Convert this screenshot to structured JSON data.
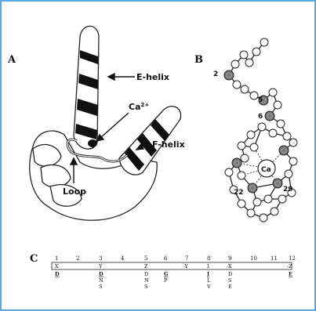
{
  "panels": {
    "a": "A",
    "b": "B",
    "c": "C"
  },
  "panel_a": {
    "e_helix": "E-helix",
    "f_helix": "F-helix",
    "calcium": "Ca",
    "calcium_charge": "2+",
    "loop": "Loop"
  },
  "panel_b": {
    "atom_numbers": [
      "2",
      "5",
      "6",
      "22",
      "29"
    ],
    "calcium": "Ca"
  },
  "panel_c": {
    "positions": [
      "1",
      "2",
      "3",
      "4",
      "5",
      "6",
      "7",
      "8",
      "9",
      "10",
      "11",
      "12"
    ],
    "row1": [
      "X",
      "",
      "Y",
      "",
      "Z",
      "",
      "-Y",
      "I",
      "-X",
      "",
      "",
      "-Z"
    ],
    "row2": [
      "D",
      "",
      "D",
      "",
      "D",
      "G",
      "",
      "I",
      "D",
      "",
      "",
      "E"
    ],
    "row3": [
      "",
      "",
      "N",
      "",
      "N",
      "P",
      "",
      "L",
      "S",
      "",
      "",
      ""
    ],
    "row4": [
      "",
      "",
      "S",
      "",
      "S",
      "",
      "",
      "V",
      "E",
      "",
      "",
      ""
    ],
    "row2_underlined": [
      true,
      false,
      true,
      false,
      false,
      true,
      false,
      true,
      false,
      false,
      false,
      true
    ]
  }
}
